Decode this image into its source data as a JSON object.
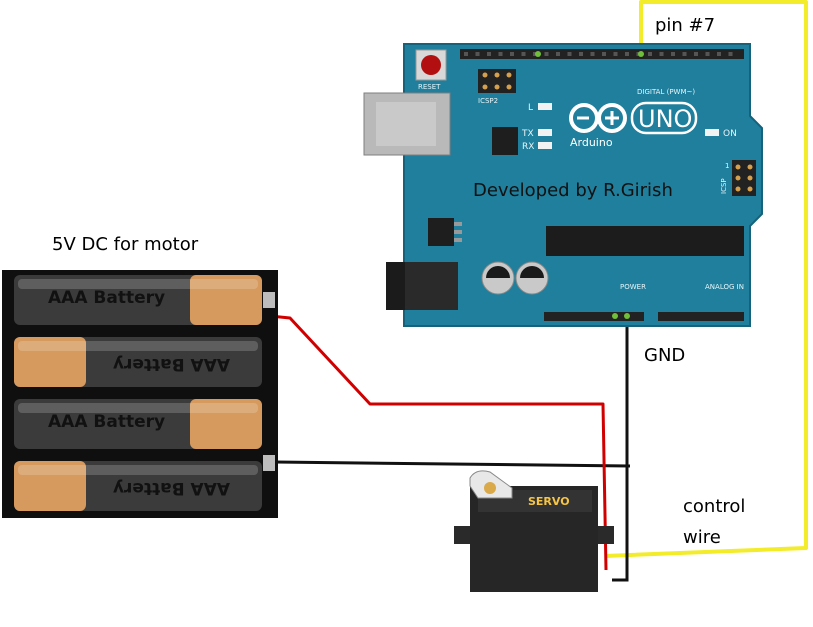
{
  "labels": {
    "pin": "pin #7",
    "gnd": "GND",
    "control_line1": "control",
    "control_line2": "wire",
    "battery_title": "5V DC for motor"
  },
  "arduino": {
    "reset": "RESET",
    "icsp2": "ICSP2",
    "icsp": "ICSP",
    "led_l": "L",
    "led_tx": "TX",
    "led_rx": "RX",
    "on": "ON",
    "brand": "Arduino",
    "model": "UNO",
    "digital": "DIGITAL (PWM~)",
    "power": "POWER",
    "analog": "ANALOG IN",
    "developer": "Developed by R.Girish",
    "icsp_pin": "1"
  },
  "batteries": [
    {
      "label": "AAA Battery",
      "flipped": false
    },
    {
      "label": "AAA Battery",
      "flipped": true
    },
    {
      "label": "AAA Battery",
      "flipped": false
    },
    {
      "label": "AAA Battery",
      "flipped": true
    }
  ],
  "servo": {
    "label": "SERVO"
  },
  "colors": {
    "board": "#1f7f9c",
    "wire_red": "#d10000",
    "wire_black": "#111111",
    "wire_yellow": "#f2ec2a",
    "battery_copper": "#d69a5e",
    "battery_body": "#3b3b3b",
    "servo_body": "#262626"
  }
}
